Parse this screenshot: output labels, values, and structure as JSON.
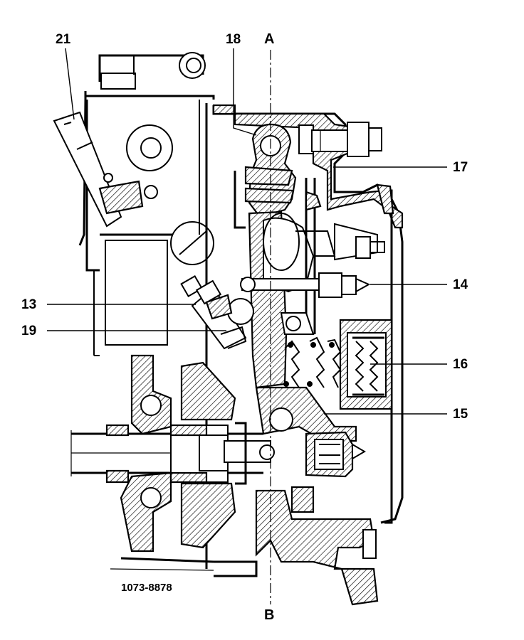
{
  "labels": {
    "l21": "21",
    "l18": "18",
    "lA": "A",
    "l17": "17",
    "l14": "14",
    "l13": "13",
    "l19": "19",
    "l16": "16",
    "l15": "15",
    "lB": "B"
  },
  "figure_code": "1073-8878"
}
